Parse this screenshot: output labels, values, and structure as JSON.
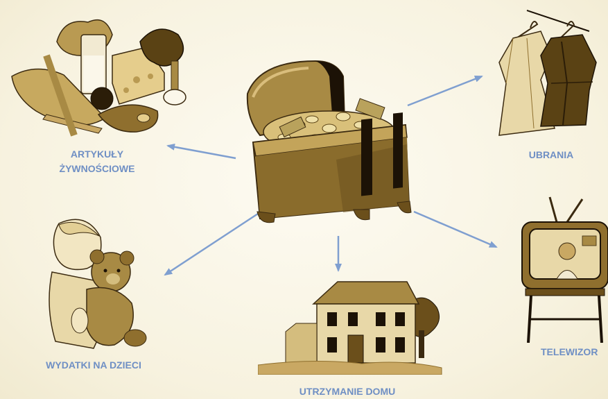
{
  "colors": {
    "label": "#6f8fc4",
    "arrow": "#7f9fd0",
    "sepia_dark": "#3b2a10",
    "sepia_mid": "#8f6f2e",
    "sepia_light": "#c9a863",
    "background": "#f7f2df"
  },
  "center": {
    "icon": "treasure-chest-icon"
  },
  "categories": [
    {
      "id": "food",
      "icon": "groceries-icon",
      "label_lines": [
        "ARTYKUŁY",
        "ŻYWNOŚCIOWE"
      ]
    },
    {
      "id": "clothes",
      "icon": "clothes-hanger-icon",
      "label_lines": [
        "UBRANIA"
      ]
    },
    {
      "id": "tv",
      "icon": "television-icon",
      "label_lines": [
        "TELEWIZOR"
      ]
    },
    {
      "id": "house",
      "icon": "house-icon",
      "label_lines": [
        "UTRZYMANIE DOMU"
      ]
    },
    {
      "id": "kids",
      "icon": "child-with-teddy-bear-icon",
      "label_lines": [
        "WYDATKI NA DZIECI"
      ]
    }
  ]
}
